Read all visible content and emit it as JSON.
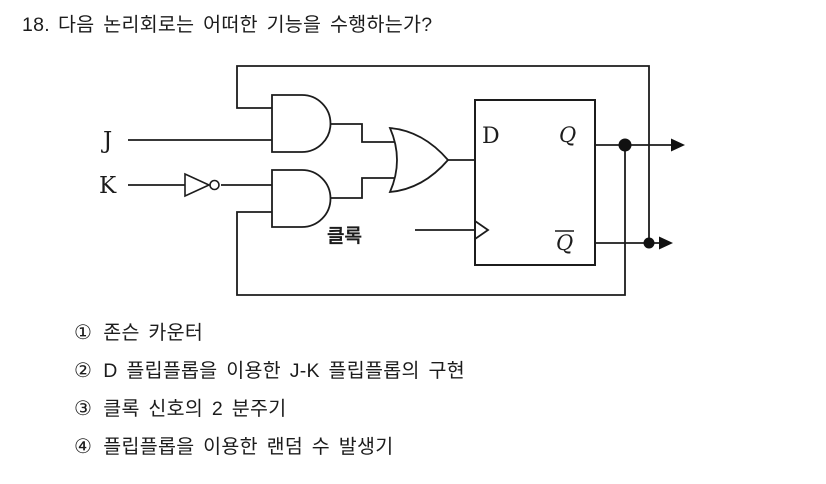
{
  "question": {
    "number": "18.",
    "text": "다음 논리회로는 어떠한 기능을 수행하는가?"
  },
  "circuit": {
    "labels": {
      "j_input": "J",
      "k_input": "K",
      "clock": "클록",
      "d_pin": "D",
      "q_output": "Q",
      "q_bar_output": "Q"
    },
    "colors": {
      "line": "#1c1c1c",
      "fill": "#ffffff"
    }
  },
  "choices": [
    {
      "marker": "①",
      "text": "존슨 카운터"
    },
    {
      "marker": "②",
      "text": "D 플립플롭을 이용한 J-K 플립플롭의 구현"
    },
    {
      "marker": "③",
      "text": "클록 신호의 2 분주기"
    },
    {
      "marker": "④",
      "text": "플립플롭을 이용한 랜덤 수 발생기"
    }
  ]
}
